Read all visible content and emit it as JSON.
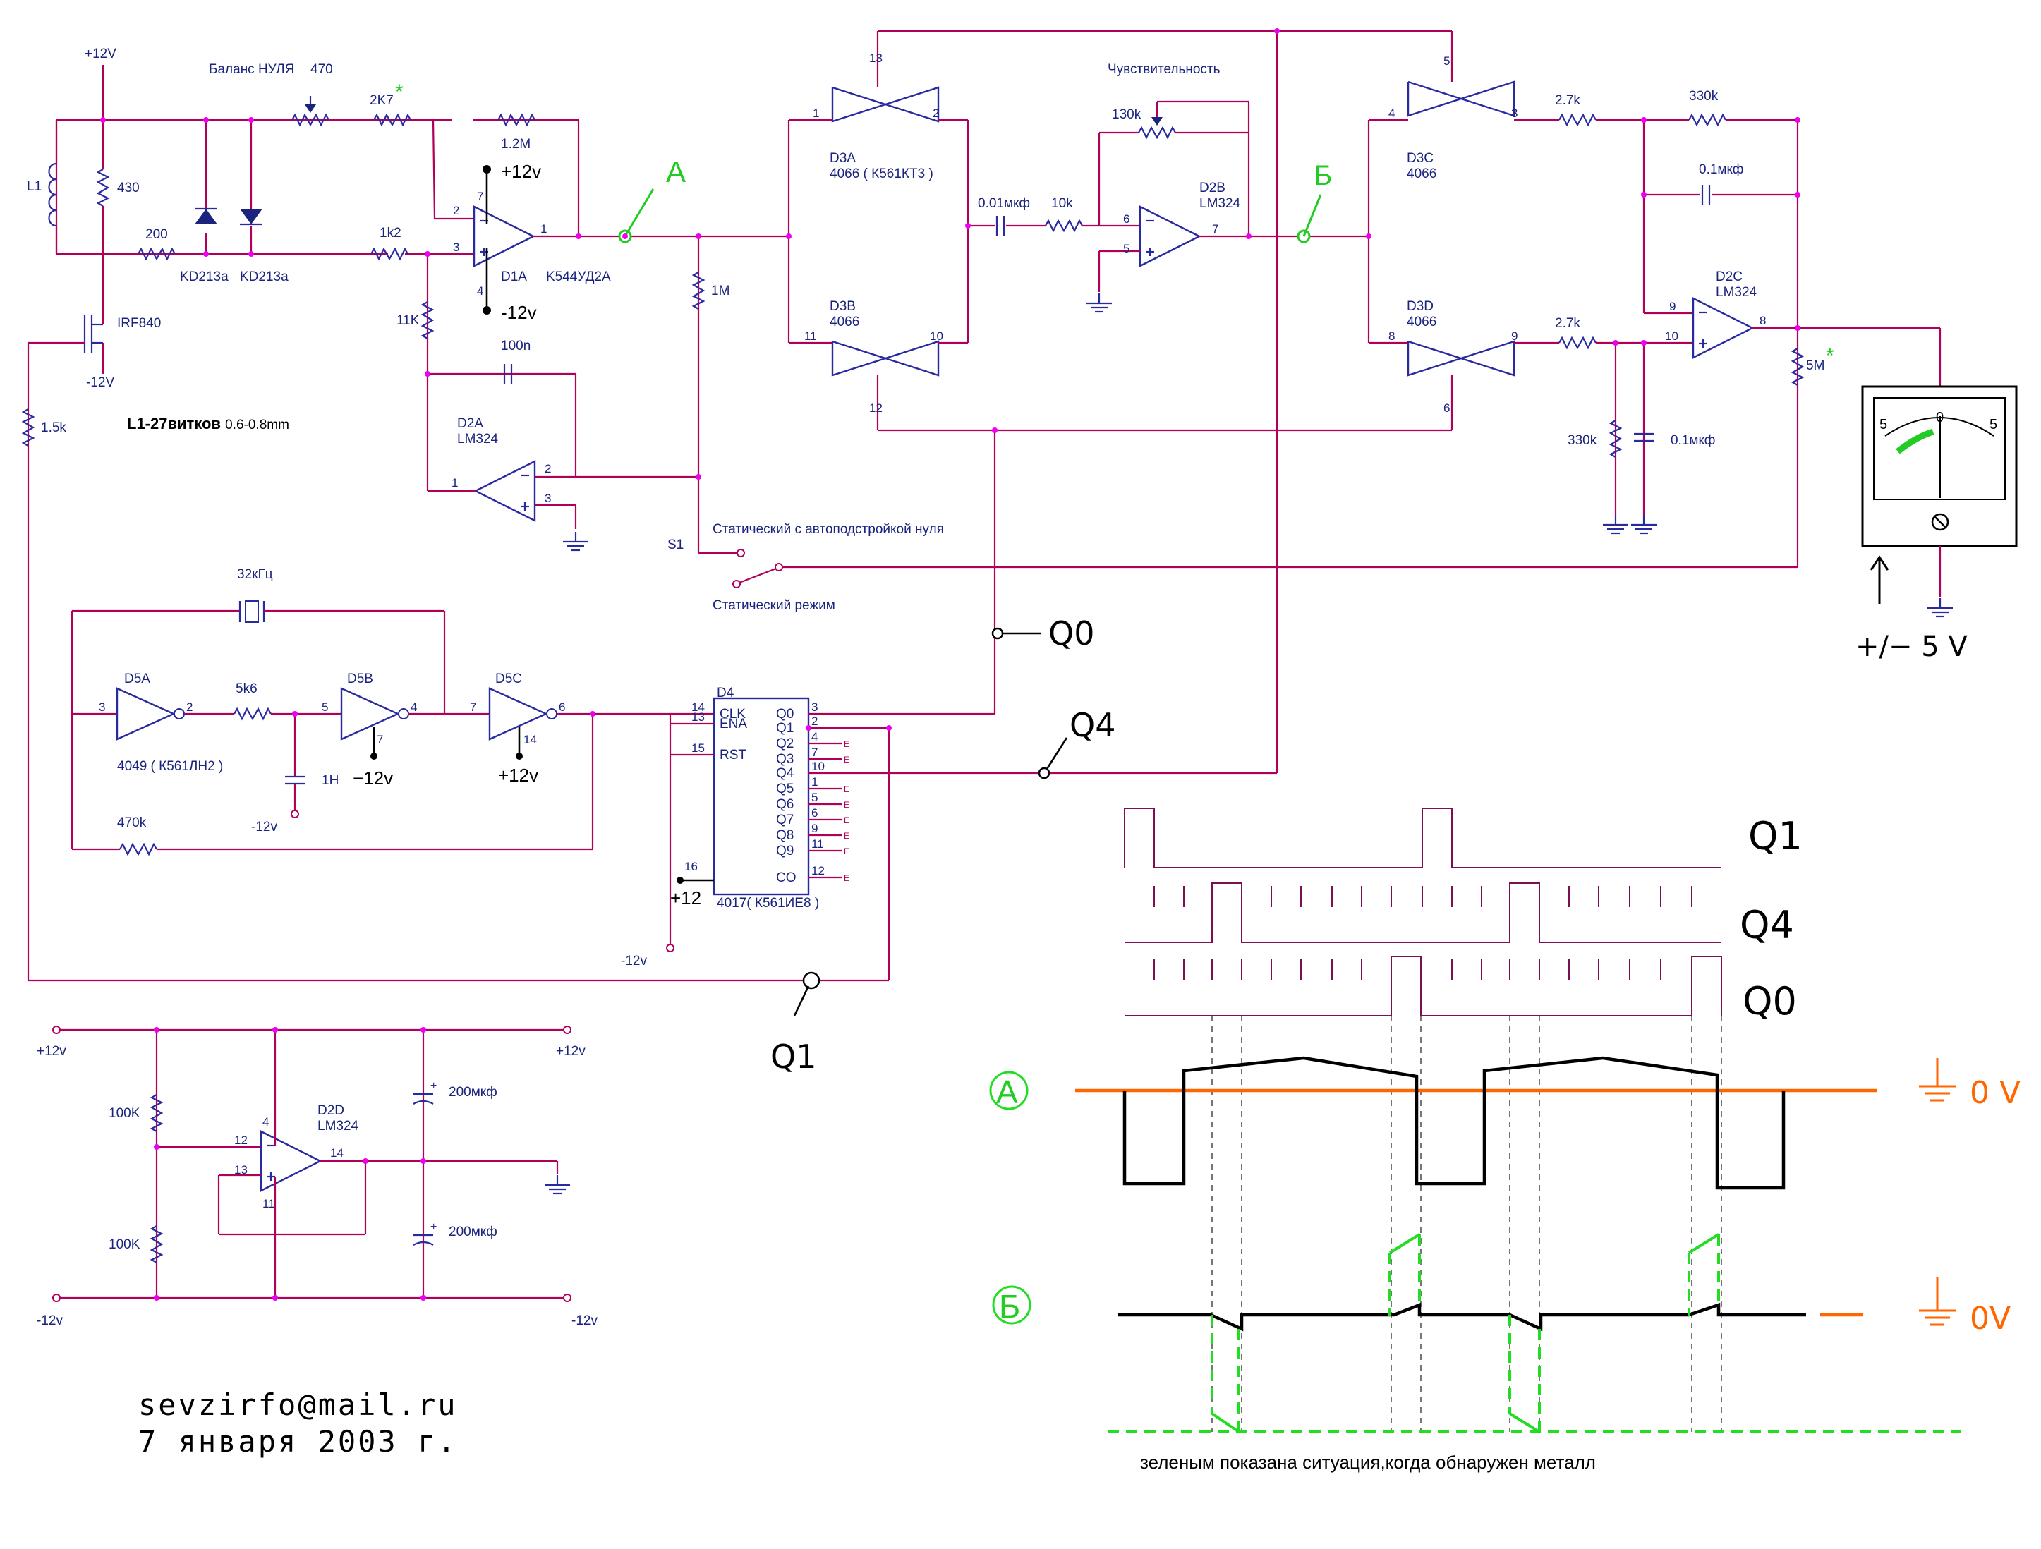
{
  "power": {
    "plus12": "+12V",
    "minus12": "-12V",
    "plus12v": "+12v",
    "minus12v": "-12v",
    "plus12_hand": "+12v",
    "minus12_hand": "−12v",
    "plus12_short": "+12"
  },
  "coil": {
    "name": "L1",
    "spec_bold": "L1-27витков",
    "spec_wire": "0.6-0.8mm"
  },
  "zero_balance": {
    "label": "Баланс НУЛЯ",
    "value": "470"
  },
  "sensitivity": {
    "label": "Чувствительность",
    "value": "130k"
  },
  "resistors": {
    "r430": "430",
    "r200": "200",
    "r2k7": "2K7",
    "r1k2": "1k2",
    "r1_2m": "1.2M",
    "r11k": "11K",
    "r1m": "1M",
    "r1_5k": "1.5k",
    "r10k": "10k",
    "r2_7k_a": "2.7k",
    "r2_7k_b": "2.7k",
    "r330k_a": "330k",
    "r330k_b": "330k",
    "r5m": "5M",
    "r5k6": "5k6",
    "r470k": "470k",
    "r100k_a": "100K",
    "r100k_b": "100K"
  },
  "capacitors": {
    "c100n": "100n",
    "c001": "0.01мкф",
    "c01_a": "0.1мкф",
    "c01_b": "0.1мкф",
    "c1n": "1Н",
    "c200_a": "200мкф",
    "c200_b": "200мкф"
  },
  "diodes": {
    "d1": "KD213a",
    "d2": "KD213a"
  },
  "transistor": {
    "name": "IRF840"
  },
  "crystal": {
    "label": "32кГц"
  },
  "star": "*",
  "chips": {
    "d1a": {
      "name": "D1A",
      "type": "K544УД2A",
      "p2": "2",
      "p3": "3",
      "p1": "1",
      "p7": "7",
      "p4": "4"
    },
    "d2a": {
      "name": "D2A",
      "type": "LM324",
      "p1": "1",
      "p2": "2",
      "p3": "3"
    },
    "d2b": {
      "name": "D2B",
      "type": "LM324",
      "p6": "6",
      "p5": "5",
      "p7": "7"
    },
    "d2c": {
      "name": "D2C",
      "type": "LM324",
      "p9": "9",
      "p10": "10",
      "p8": "8"
    },
    "d2d": {
      "name": "D2D",
      "type": "LM324",
      "p12": "12",
      "p13": "13",
      "p14": "14",
      "p4": "4",
      "p11": "11"
    },
    "d3a": {
      "name": "D3A",
      "type": "4066 ( К561КТ3 )",
      "p1": "1",
      "p2": "2",
      "p13": "13"
    },
    "d3b": {
      "name": "D3B",
      "type": "4066",
      "p11": "11",
      "p10": "10",
      "p12": "12"
    },
    "d3c": {
      "name": "D3C",
      "type": "4066",
      "p4": "4",
      "p3": "3",
      "p5": "5"
    },
    "d3d": {
      "name": "D3D",
      "type": "4066",
      "p8": "8",
      "p9": "9",
      "p6": "6"
    },
    "d5a": {
      "name": "D5A",
      "type": "4049 ( К561ЛН2 )",
      "p3": "3",
      "p2": "2"
    },
    "d5b": {
      "name": "D5B",
      "p5": "5",
      "p4": "4",
      "p7": "7"
    },
    "d5c": {
      "name": "D5C",
      "p7": "7",
      "p6": "6",
      "p14": "14"
    },
    "d4": {
      "name": "D4",
      "type": "4017( К561ИЕ8 )",
      "in_pins": [
        "14",
        "13",
        "15"
      ],
      "in_labels": [
        "CLK",
        "ENA",
        "RST"
      ],
      "out_labels": [
        "Q0",
        "Q1",
        "Q2",
        "Q3",
        "Q4",
        "Q5",
        "Q6",
        "Q7",
        "Q8",
        "Q9",
        "CO"
      ],
      "out_pins": [
        "3",
        "2",
        "4",
        "7",
        "10",
        "1",
        "5",
        "6",
        "9",
        "11",
        "12"
      ],
      "pin16": "16"
    }
  },
  "switch": {
    "name": "S1",
    "mode_auto": "Статический  с автоподстройкой нуля",
    "mode_static": "Статический режим"
  },
  "meter": {
    "left": "5",
    "zero": "0",
    "right": "5",
    "range_note": "+/− 5 V"
  },
  "net_labels": {
    "a": "A",
    "b": "Б",
    "q0": "Q0",
    "q4": "Q4",
    "q1": "Q1"
  },
  "timing": {
    "q1": "Q1",
    "q4": "Q4",
    "q0": "Q0",
    "a_circle": "A",
    "b_circle": "Б",
    "zero_a": "0 V",
    "zero_b": "0V",
    "note": "зеленым показана ситуация,когда обнаружен металл"
  },
  "footer": {
    "email": "sevzirfo@mail.ru",
    "date": "7 января 2003 г."
  },
  "colors": {
    "wire": "#b0005a",
    "component": "#2a2aa0",
    "junction": "#ee00ee",
    "signal_green": "#22dd22",
    "signal_orange": "#ff6600"
  }
}
